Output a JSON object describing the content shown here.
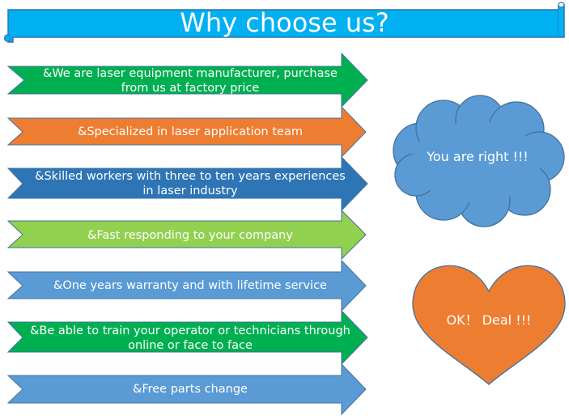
{
  "title": "Why choose us?",
  "colors": {
    "title_fill": "#00B0F0",
    "title_stroke": "#2E75B6",
    "green": "#00B050",
    "orange": "#ED7D31",
    "blue_dark": "#2E75B6",
    "light_green": "#92D050",
    "light_blue": "#5B9BD5",
    "outline": "#41719C"
  },
  "arrows": [
    {
      "text": "&We are laser equipment manufacturer, purchase from us at factory price",
      "color": "#00B050"
    },
    {
      "text": "&Specialized in laser application team",
      "color": "#ED7D31"
    },
    {
      "text": "&Skilled workers with three to ten years experiences in laser industry",
      "color": "#2E75B6"
    },
    {
      "text": "&Fast responding to your company",
      "color": "#92D050"
    },
    {
      "text": "&One years warranty and with lifetime service",
      "color": "#5B9BD5"
    },
    {
      "text": "&Be able to train your operator or technicians through online or face to face",
      "color": "#00B050"
    },
    {
      "text": "&Free parts change",
      "color": "#5B9BD5"
    }
  ],
  "cloud": {
    "text": "You are right !!!",
    "color": "#5B9BD5"
  },
  "heart": {
    "text": "OK！ Deal !!!",
    "color": "#ED7D31"
  }
}
